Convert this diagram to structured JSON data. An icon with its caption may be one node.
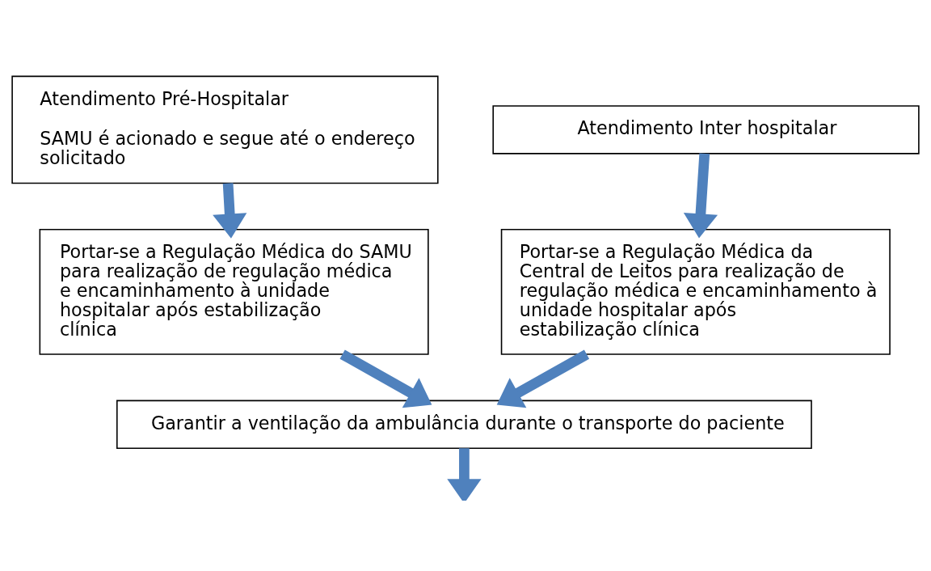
{
  "diagram": {
    "nodes": [
      {
        "text": [
          "Atendimento Pré-Hospitalar",
          "SAMU é acionado e segue até o endereço solicitado"
        ]
      },
      {
        "text": [
          "Atendimento Inter hospitalar"
        ]
      },
      {
        "text": [
          "Portar-se a Regulação Médica do SAMU para realização de regulação médica e encaminhamento à unidade hospitalar após estabilização clínica"
        ]
      },
      {
        "text": [
          "Portar-se a Regulação Médica da Central de Leitos para realização de regulação médica e encaminhamento à unidade hospitalar após estabilização clínica"
        ]
      },
      {
        "text": [
          "Garantir a ventilação da ambulância durante o transporte do paciente"
        ]
      }
    ],
    "edges": [
      {
        "from": 0,
        "to": 2,
        "arrow": "to"
      },
      {
        "from": 1,
        "to": 3,
        "arrow": "to"
      },
      {
        "from": 2,
        "to": 4,
        "arrow": "to"
      },
      {
        "from": 3,
        "to": 4,
        "arrow": "to"
      },
      {
        "from": 4,
        "to": null,
        "arrow": "to"
      }
    ]
  }
}
